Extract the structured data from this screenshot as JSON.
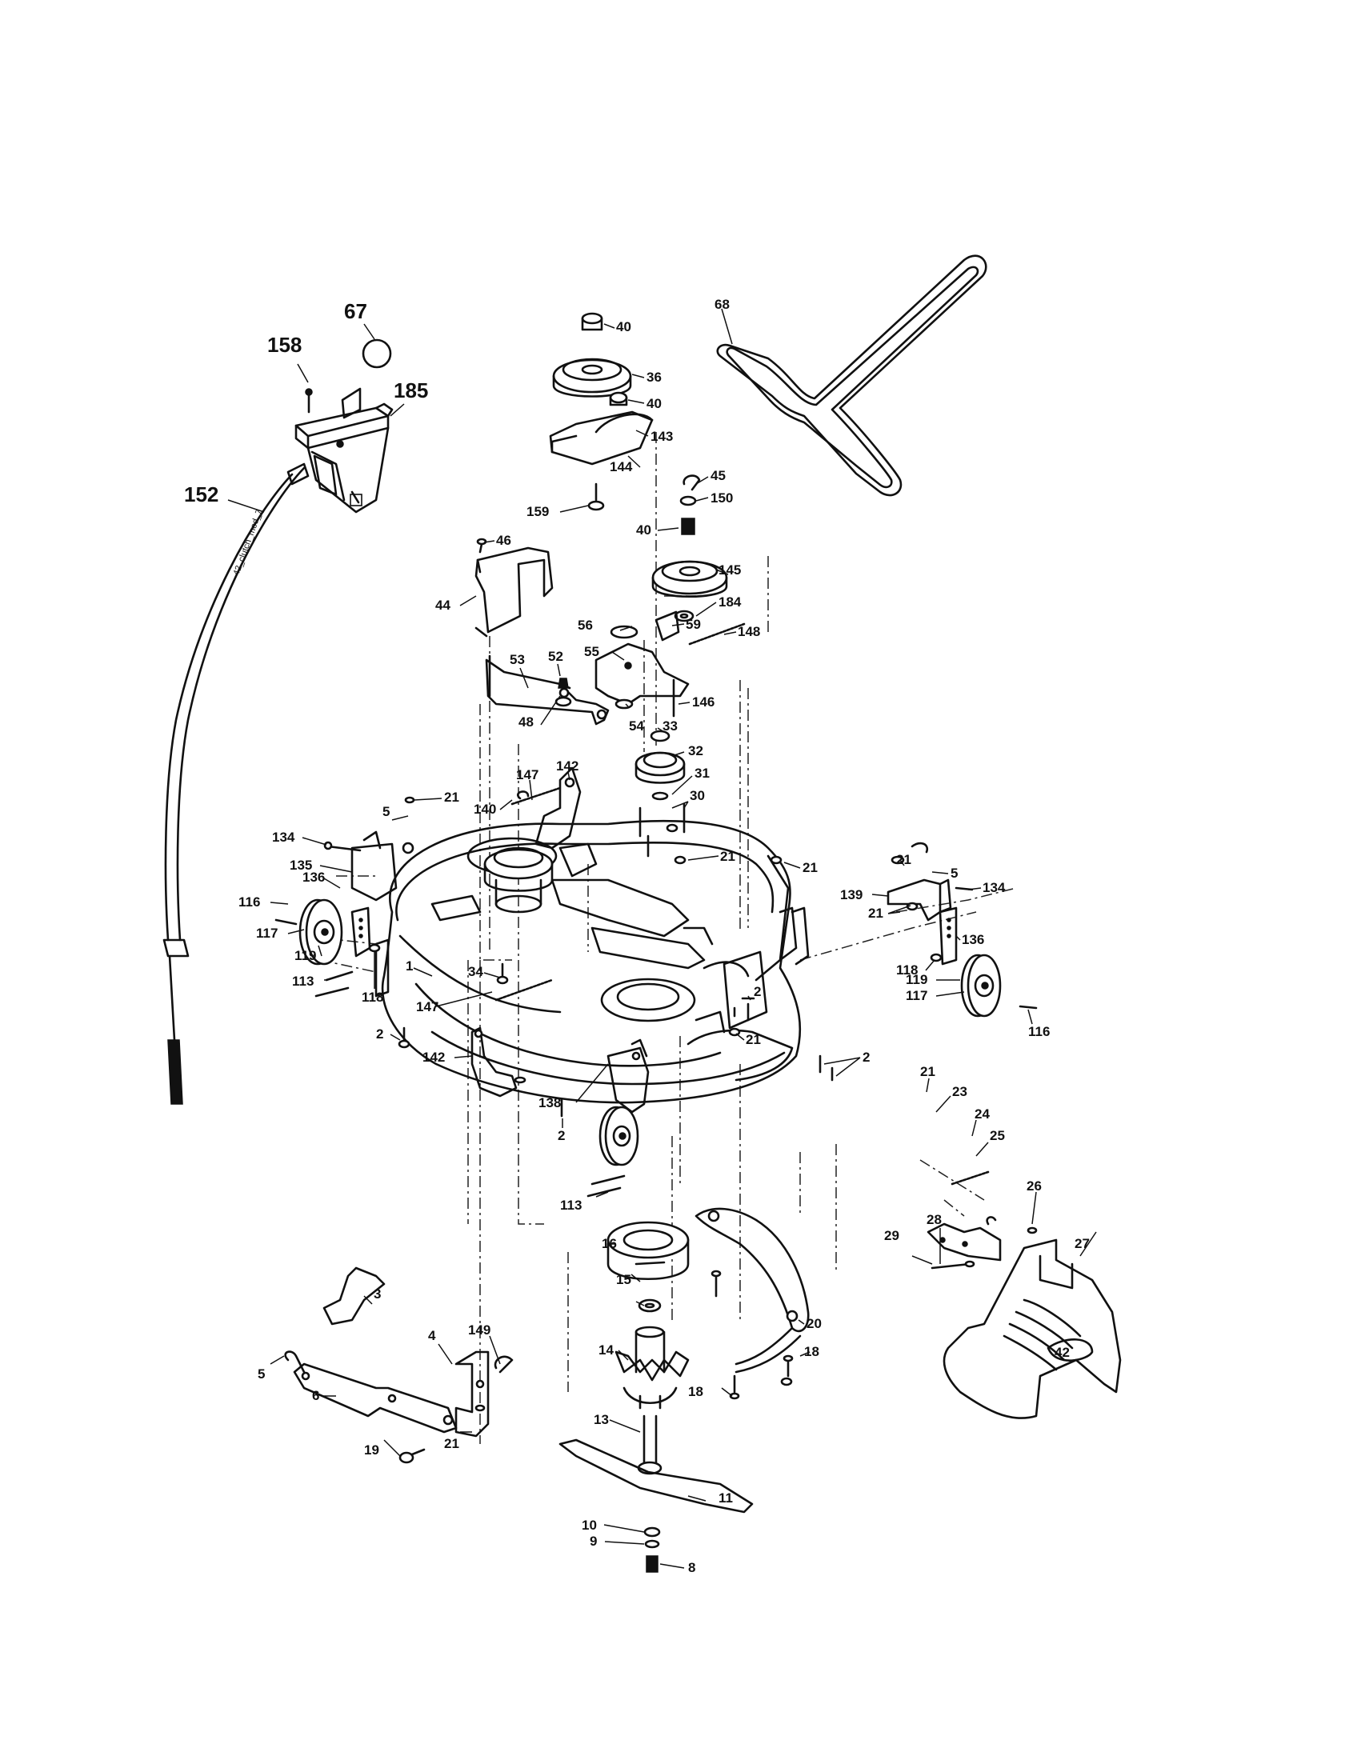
{
  "cable_text": "42_clutch_mod_7",
  "callouts": {
    "p67": "67",
    "p158": "158",
    "p185": "185",
    "p152": "152",
    "p40a": "40",
    "p36": "36",
    "p40b": "40",
    "p143": "143",
    "p144": "144",
    "p159": "159",
    "p45": "45",
    "p150": "150",
    "p40c": "40",
    "p145": "145",
    "p184": "184",
    "p68": "68",
    "p46": "46",
    "p44": "44",
    "p56": "56",
    "p59": "59",
    "p148": "148",
    "p55": "55",
    "p53": "53",
    "p52": "52",
    "p146": "146",
    "p48": "48",
    "p54": "54",
    "p33": "33",
    "p32": "32",
    "p31": "31",
    "p30": "30",
    "p147a": "147",
    "p142a": "142",
    "p140": "140",
    "p21a": "21",
    "p5a": "5",
    "p134a": "134",
    "p135": "135",
    "p116a": "116",
    "p136a": "136",
    "p117a": "117",
    "p119a": "119",
    "p113a": "113",
    "p118a": "118",
    "p1": "1",
    "p34": "34",
    "p147b": "147",
    "p2a": "2",
    "p142b": "142",
    "p21b": "21",
    "p21c": "21",
    "p21d": "21",
    "p5b": "5",
    "p139": "139",
    "p134b": "134",
    "p21e": "21",
    "p136b": "136",
    "p118b": "118",
    "p119b": "119",
    "p117b": "117",
    "p116b": "116",
    "p2b": "2",
    "p21f": "21",
    "p2c": "2",
    "p138": "138",
    "p2d": "2",
    "p21g": "21",
    "p23": "23",
    "p24": "24",
    "p25": "25",
    "p113b": "113",
    "p16": "16",
    "p26": "26",
    "p28": "28",
    "p29": "29",
    "p27": "27",
    "p15": "15",
    "p20": "20",
    "p3": "3",
    "p14": "14",
    "p18a": "18",
    "p18b": "18",
    "p4": "4",
    "p149": "149",
    "p5c": "5",
    "p6": "6",
    "p19": "19",
    "p21h": "21",
    "p13": "13",
    "p11": "11",
    "p10": "10",
    "p9": "9",
    "p8": "8"
  },
  "deck_badge": "42"
}
